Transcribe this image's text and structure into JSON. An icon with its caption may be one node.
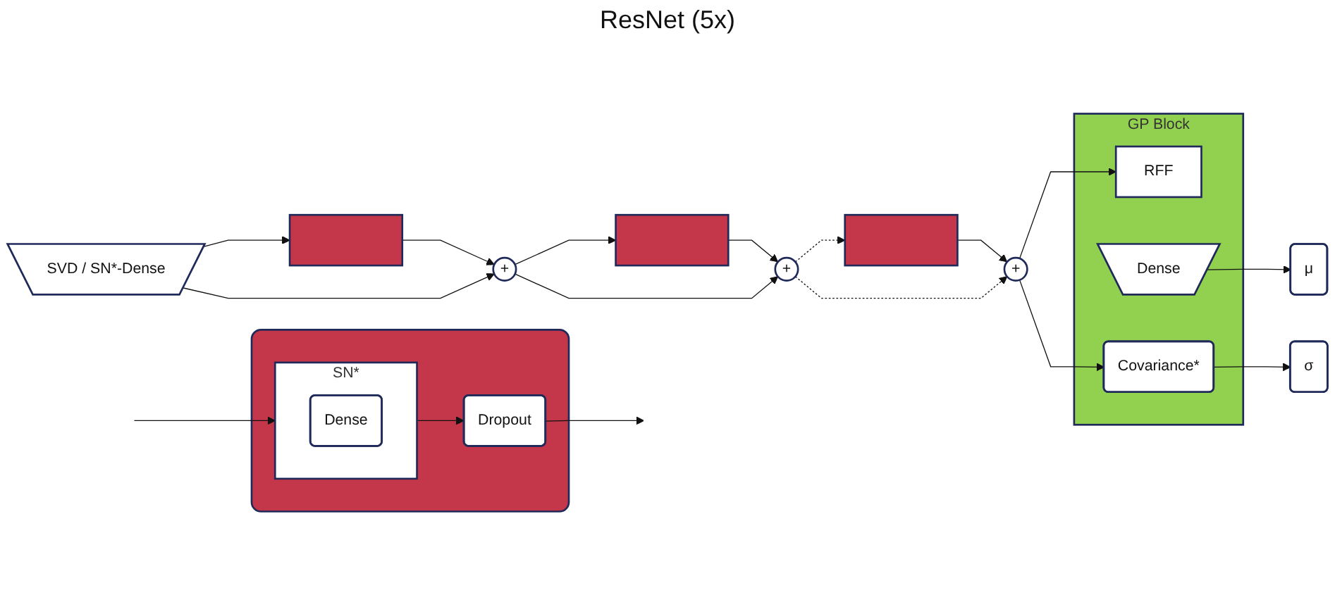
{
  "diagram": {
    "nodes": [
      {
        "text": [
          "SVD / SN*-Dense"
        ]
      },
      {
        "text": [],
        "shape": "bar"
      },
      {
        "text": [
          "+"
        ]
      },
      {
        "text": [],
        "shape": "bar"
      },
      {
        "text": [
          "+"
        ]
      },
      {
        "text": [],
        "shape": "bar"
      },
      {
        "text": [
          "+"
        ]
      },
      {
        "text": [
          "GP Block"
        ]
      },
      {
        "text": [
          "RFF"
        ],
        "in": 7
      },
      {
        "text": [
          "Dense"
        ],
        "in": 7
      },
      {
        "text": [
          "Covariance*"
        ],
        "in": 7
      },
      {
        "text": [
          "μ"
        ]
      },
      {
        "text": [
          "σ"
        ]
      },
      {
        "text": [],
        "shape": "box"
      },
      {
        "text": [
          "SN*"
        ],
        "in": 13
      },
      {
        "text": [
          "Dense"
        ],
        "in": 14
      },
      {
        "text": [
          "Dropout"
        ],
        "in": 13
      }
    ],
    "edges": [
      {
        "from": 0,
        "to": 1,
        "arrow": "to"
      },
      {
        "from": 0,
        "to": 2,
        "arrow": "to"
      },
      {
        "from": 1,
        "to": 2,
        "arrow": "to"
      },
      {
        "from": 2,
        "to": 3,
        "arrow": "to"
      },
      {
        "from": 2,
        "to": 4,
        "arrow": "to"
      },
      {
        "from": 3,
        "to": 4,
        "arrow": "to"
      },
      {
        "from": 4,
        "to": 5,
        "arrow": "to",
        "style": "dashed"
      },
      {
        "from": 4,
        "to": 6,
        "arrow": "to",
        "style": "dashed"
      },
      {
        "from": 5,
        "to": 6,
        "arrow": "to"
      },
      {
        "from": 6,
        "to": 8,
        "arrow": "to"
      },
      {
        "from": 6,
        "to": 10,
        "arrow": "to"
      },
      {
        "from": 9,
        "to": 11,
        "arrow": "to"
      },
      {
        "from": 10,
        "to": 12,
        "arrow": "to"
      },
      {
        "from": null,
        "to": 14,
        "arrow": "to"
      },
      {
        "from": 14,
        "to": 16,
        "arrow": "to"
      },
      {
        "from": 16,
        "to": null,
        "arrow": "to"
      }
    ],
    "labels": [
      "ResNet (5x)"
    ]
  }
}
